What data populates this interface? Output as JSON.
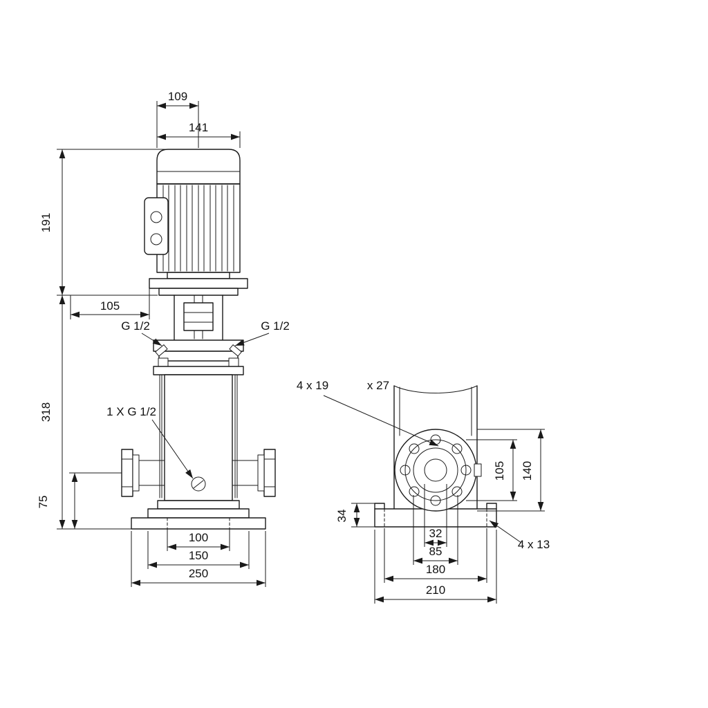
{
  "drawing": {
    "front_view": {
      "dims": {
        "motor_face_to_center": "109",
        "motor_width": "141",
        "motor_height": "191",
        "stool_offset": "105",
        "pump_height": "318",
        "port_center_height": "75",
        "base_inner_holes": "100",
        "base_mid_width": "150",
        "base_outer_width": "250"
      },
      "labels": {
        "plug_left": "G 1/2",
        "plug_right": "G 1/2",
        "drain_plug": "1 X G 1/2"
      }
    },
    "side_view": {
      "dims": {
        "base_height": "34",
        "bolt_circle": "105",
        "flange_od": "140",
        "port_bore": "32",
        "flange_hub": "85",
        "base_hole_spacing": "180",
        "base_depth": "210"
      },
      "labels": {
        "flange_bolt_note": "4 x 19",
        "flange_bolt_depth": "x 27",
        "base_hole_note": "4 x 13"
      }
    }
  }
}
